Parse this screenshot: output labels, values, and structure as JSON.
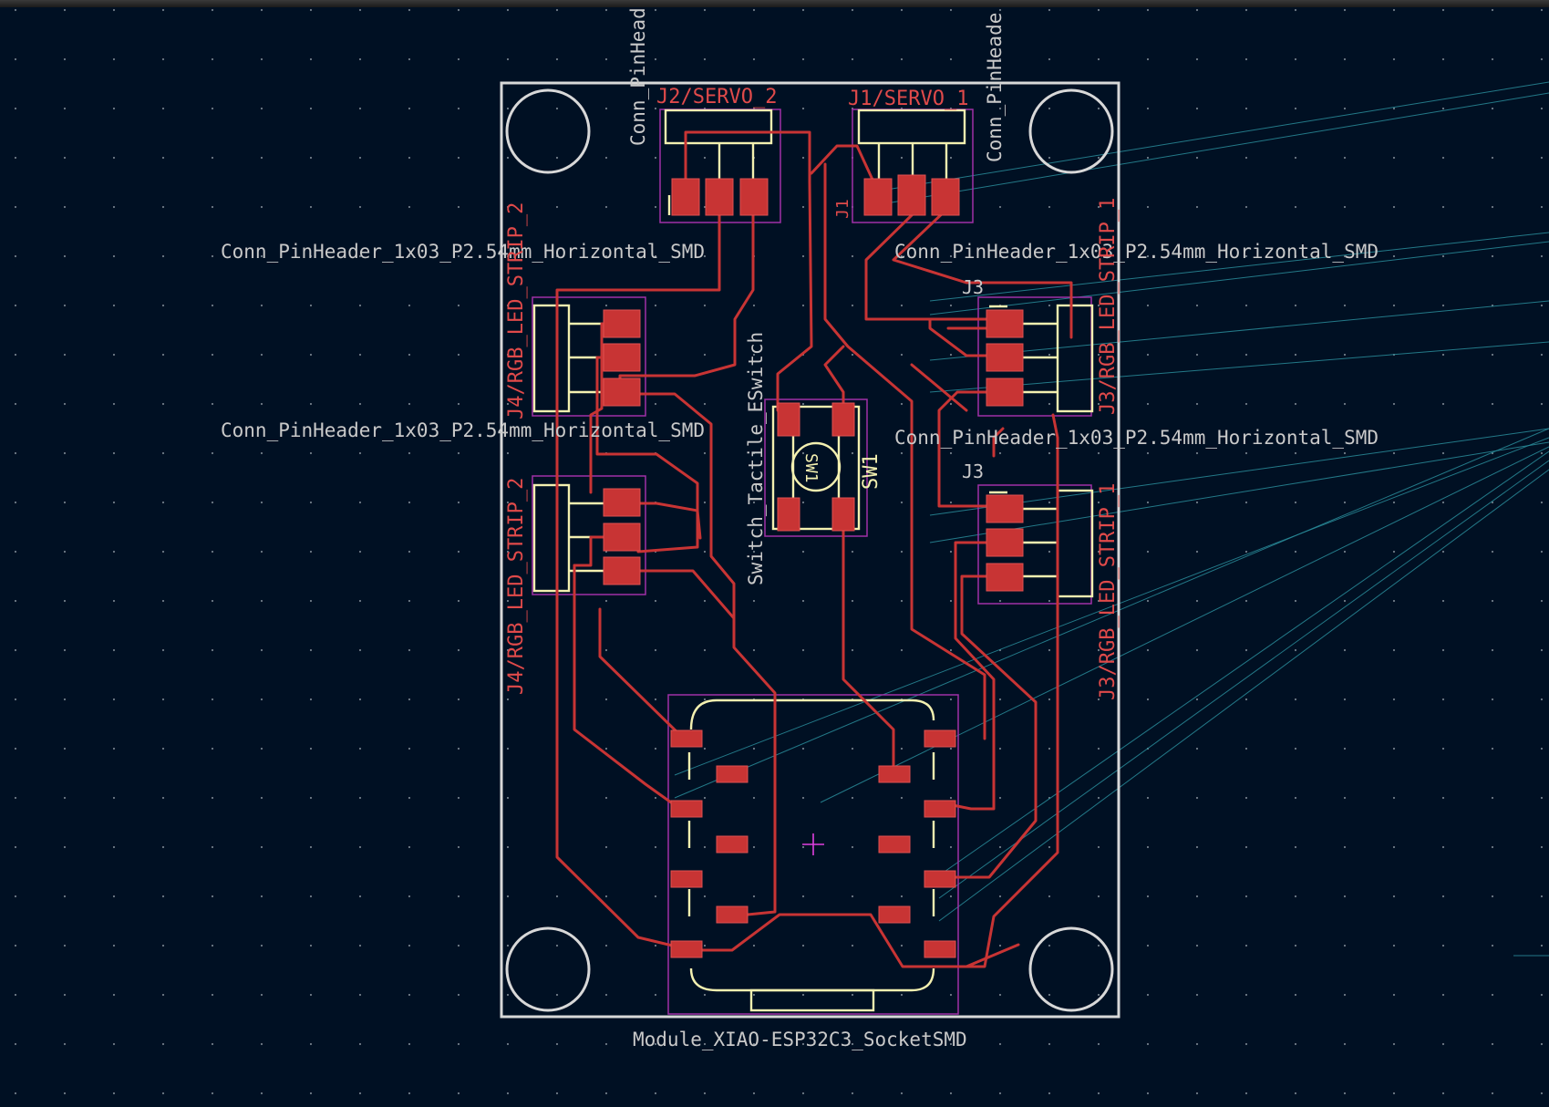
{
  "colors": {
    "background": "#001023",
    "copper": "#c83434",
    "silkscreen": "#f3f0b0",
    "courtyard": "#a030a8",
    "edge_cuts": "#d8d8d8",
    "ratsnest": "#2a8c9a",
    "ref_text": "#e04a4a",
    "value_text": "#c9c9c9"
  },
  "components": {
    "j2": {
      "ref": "J2/SERVO_2",
      "value_top": "Conn_PinHead",
      "value": "Conn_PinHeader_1x03_P2.54mm_Horizontal_SMD"
    },
    "j1": {
      "ref": "J1/SERVO_1",
      "value_top": "Conn_PinHeade",
      "value": "Conn_PinHeader_1x03_P2.54mm_Horizontal_SMD",
      "small_ref": "J1"
    },
    "j4_upper": {
      "ref": "J4/RGB_LED_STRIP_2",
      "value": "Conn_PinHeader_1x03_P2.54mm_Horizontal_SMD"
    },
    "j4_lower": {
      "ref": "J4/RGB_LED_STRIP_2"
    },
    "j3_upper": {
      "ref": "J3/RGB_LED_STRIP_1",
      "small_ref": "J3"
    },
    "j3_lower": {
      "ref": "J3/RGB_LED_STRIP_1",
      "small_ref": "J3",
      "value": "Conn_PinHeader_1x03_P2.54mm_Horizontal_SMD"
    },
    "sw1": {
      "ref": "SW1",
      "value": "Switch_Tactile_ESwitch",
      "body_label": "SW1"
    },
    "xiao": {
      "value": "Module_XIAO-ESP32C3_SocketSMD"
    }
  }
}
